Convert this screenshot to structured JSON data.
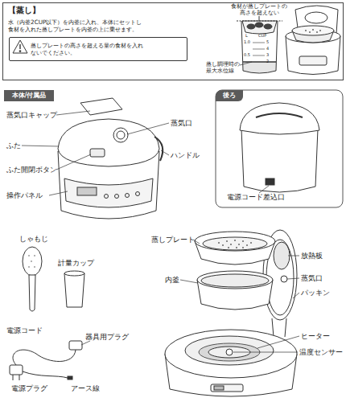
{
  "diagram": {
    "nodes": [
      {
        "text": [
          "【蒸し】",
          "水（内釜2CUP以下）を内釜に入れ、本体にセットし 食材を入れた蒸しプレートを内釜の上に乗せます。"
        ]
      },
      {
        "text": [
          "蒸しプレートの高さを超える量の食材を入れ ないでください。"
        ],
        "in": 0
      },
      {
        "text": [
          "本体/付属品"
        ]
      },
      {
        "text": [
          "後ろ"
        ]
      }
    ],
    "labels": [
      "食材が蒸しプレートの 高さを超えない",
      "L",
      "CUP",
      "1.0",
      "5",
      "4",
      "0.5",
      "3",
      "2",
      "蒸し調理時の 最大水位線",
      "蒸気口キャップ",
      "蒸気口",
      "ふた",
      "ハンドル",
      "ふた開閉ボタン",
      "操作パネル",
      "電源コード差込口",
      "しゃもじ",
      "計量カップ",
      "電源コード",
      "器具用プラグ",
      "電源プラグ",
      "アース線",
      "蒸しプレート",
      "内釜",
      "放熱板",
      "蒸気口",
      "パッキン",
      "ヒーター",
      "温度センサー"
    ]
  }
}
